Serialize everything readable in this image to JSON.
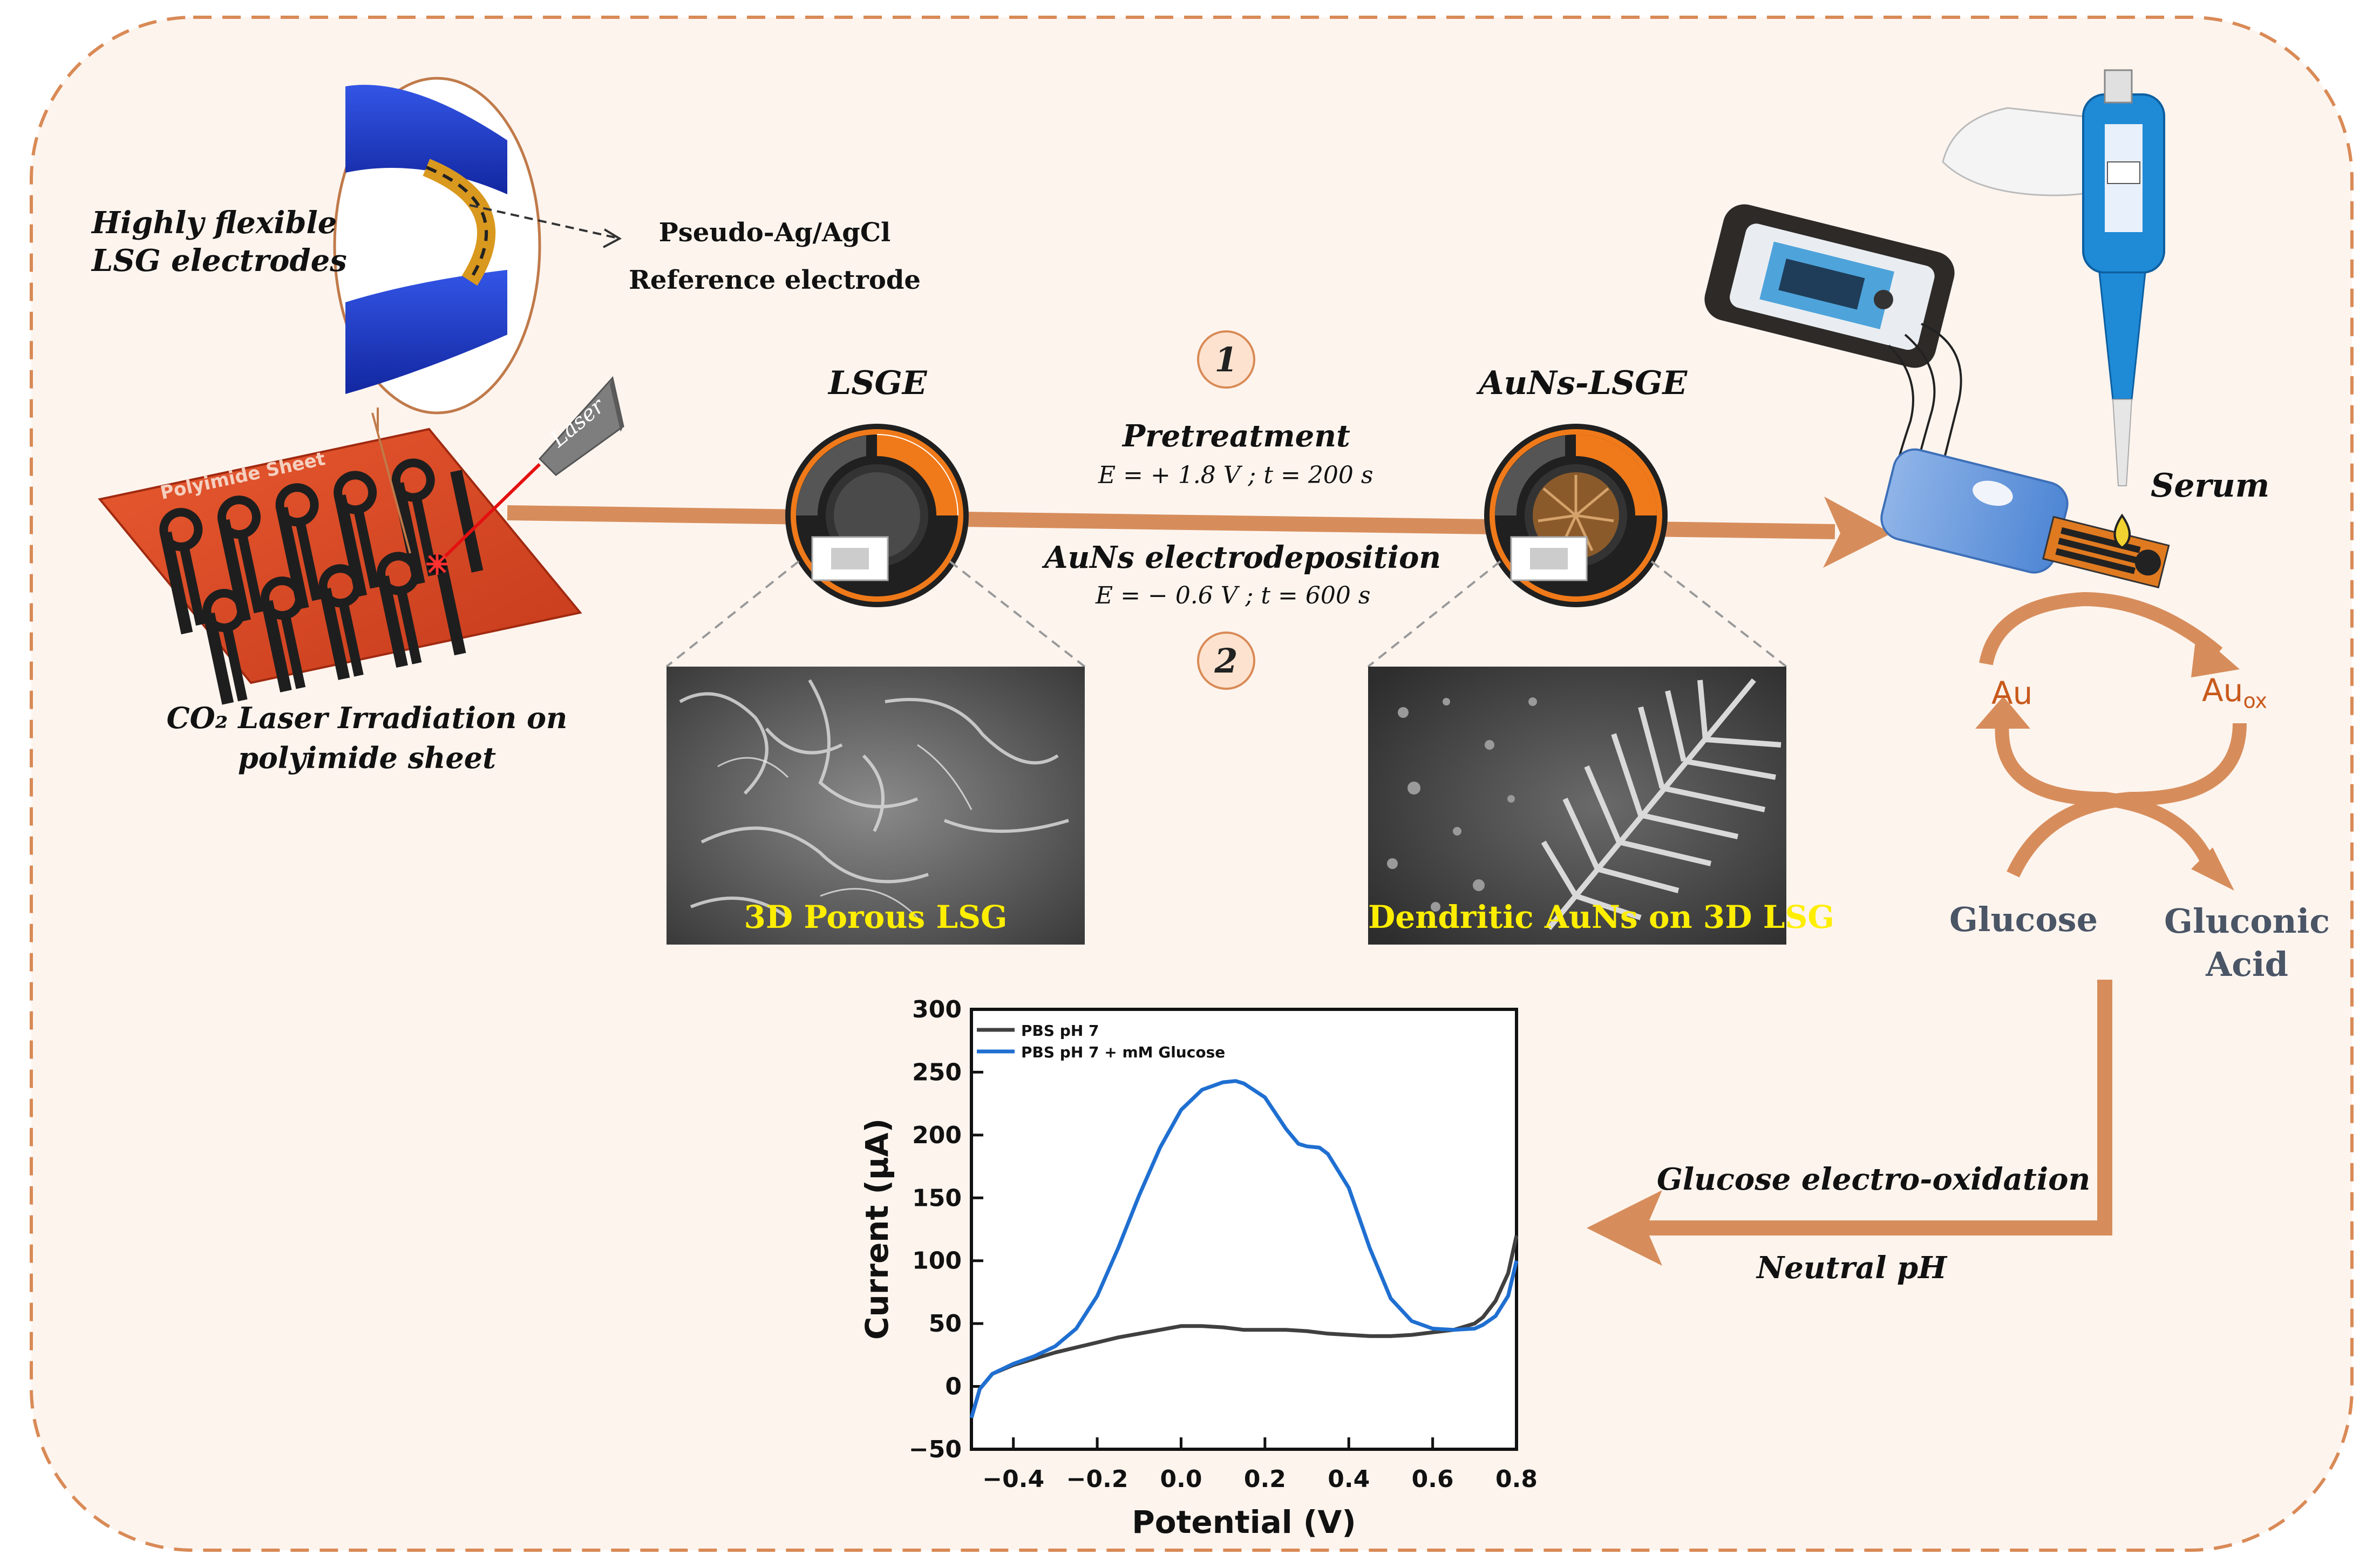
{
  "laser_section": {
    "flexible_label_line1": "Highly flexible",
    "flexible_label_line2": "LSG electrodes",
    "reference_line1": "Pseudo-Ag/AgCl",
    "reference_line2": "Reference electrode",
    "sheet_label": "Polyimide Sheet",
    "laser_label": "Laser",
    "caption_line1": "CO₂ Laser Irradiation on",
    "caption_line2": "polyimide sheet"
  },
  "electrodes": {
    "lsge_label": "LSGE",
    "auns_lsge_label": "AuNs-LSGE"
  },
  "steps": {
    "step1_number": "1",
    "step1_title": "Pretreatment",
    "step1_params": "E = + 1.8 V ; t = 200 s",
    "step2_number": "2",
    "step2_title": "AuNs electrodeposition",
    "step2_params": "E = − 0.6 V ; t = 600 s"
  },
  "sem_images": {
    "left_caption": "3D Porous LSG",
    "right_caption": "Dendritic AuNs on 3D LSG"
  },
  "device": {
    "serum_label": "Serum"
  },
  "cycle": {
    "au_label": "Au",
    "auox_label": "Au",
    "auox_subscript": "ox",
    "glucose_label": "Glucose",
    "gluconic_line1": "Gluconic",
    "gluconic_line2": "Acid"
  },
  "return_arrow": {
    "oxidation_label": "Glucose electro-oxidation",
    "ph_label": "Neutral pH"
  },
  "colors": {
    "frame_dash": "#d98a56",
    "background_fill": "#fdf4ee",
    "arrow_orange": "#d78d5b",
    "sheet_red": "#d94a26",
    "electrode_orange": "#f07a1a",
    "sem_caption_yellow": "#ffee00",
    "series_black": "#404040",
    "series_blue": "#1f6fd1"
  },
  "chart_data": {
    "type": "line",
    "xlabel": "Potential (V)",
    "ylabel": "Current (µA)",
    "xlim": [
      -0.5,
      0.8
    ],
    "ylim": [
      -50,
      300
    ],
    "xticks": [
      -0.4,
      -0.2,
      0.0,
      0.2,
      0.4,
      0.6,
      0.8
    ],
    "xtick_labels": [
      "−0.4",
      "−0.2",
      "0.0",
      "0.2",
      "0.4",
      "0.6",
      "0.8"
    ],
    "yticks": [
      -50,
      0,
      50,
      100,
      150,
      200,
      250,
      300
    ],
    "ytick_labels": [
      "−50",
      "0",
      "50",
      "100",
      "150",
      "200",
      "250",
      "300"
    ],
    "legend_position": "top-left",
    "grid": false,
    "series": [
      {
        "name": "PBS pH 7",
        "color": "#404040",
        "x": [
          -0.5,
          -0.48,
          -0.45,
          -0.4,
          -0.35,
          -0.3,
          -0.25,
          -0.2,
          -0.15,
          -0.1,
          -0.05,
          0.0,
          0.05,
          0.1,
          0.15,
          0.2,
          0.25,
          0.3,
          0.35,
          0.4,
          0.45,
          0.5,
          0.55,
          0.6,
          0.65,
          0.7,
          0.72,
          0.75,
          0.78,
          0.8
        ],
        "y": [
          -25,
          -2,
          10,
          17,
          22,
          27,
          31,
          35,
          39,
          42,
          45,
          48,
          48,
          47,
          45,
          45,
          45,
          44,
          42,
          41,
          40,
          40,
          41,
          43,
          45,
          50,
          55,
          68,
          90,
          120
        ]
      },
      {
        "name": "PBS pH 7 + mM Glucose",
        "color": "#1f6fd1",
        "x": [
          -0.5,
          -0.48,
          -0.45,
          -0.4,
          -0.35,
          -0.3,
          -0.25,
          -0.2,
          -0.15,
          -0.1,
          -0.05,
          0.0,
          0.05,
          0.1,
          0.13,
          0.15,
          0.2,
          0.25,
          0.28,
          0.3,
          0.33,
          0.35,
          0.4,
          0.45,
          0.5,
          0.55,
          0.6,
          0.65,
          0.7,
          0.72,
          0.75,
          0.78,
          0.8
        ],
        "y": [
          -25,
          -2,
          10,
          18,
          24,
          32,
          46,
          72,
          110,
          152,
          190,
          220,
          236,
          242,
          243,
          241,
          230,
          205,
          193,
          191,
          190,
          185,
          158,
          110,
          70,
          52,
          46,
          45,
          46,
          49,
          56,
          72,
          100
        ]
      }
    ]
  }
}
